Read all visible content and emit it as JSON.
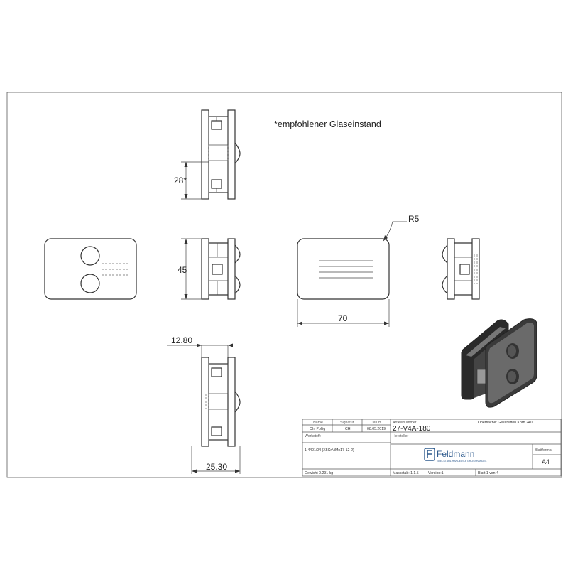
{
  "drawing": {
    "note": "*empfohlener Glaseinstand",
    "dims": {
      "glass_inset": "28*",
      "height": "45",
      "radius": "R5",
      "width": "70",
      "t1": "12.80",
      "t2": "25.30"
    }
  },
  "title_block": {
    "headers": {
      "name": "Name",
      "signatur": "Signatur",
      "datum": "Datum"
    },
    "row1": {
      "name": "Ch. Pollig",
      "signatur": "CH",
      "datum": "08.05.2019"
    },
    "werkstoff_label": "Werkstoff:",
    "werkstoff_value": "1.4401/04 (X5CrNiMo17-12-2)",
    "gewicht": "Gewicht 0.291 kg",
    "artikelnummer_label": "Artikelnummer",
    "oberflaeche": "Oberfläche:   Geschliffen Korn 240",
    "artikelnummer": "27-V4A-180",
    "hersteller_label": "Hersteller",
    "company": "Feldmann",
    "company_sub": "EDELSTAHL HANDELS & GROSSHANDEL",
    "blattformat_label": "Blattformat",
    "blattformat": "A4",
    "massstab": "Massstab: 1:1.5",
    "version": "Version:1",
    "blatt": "Blatt 1 von 4"
  }
}
